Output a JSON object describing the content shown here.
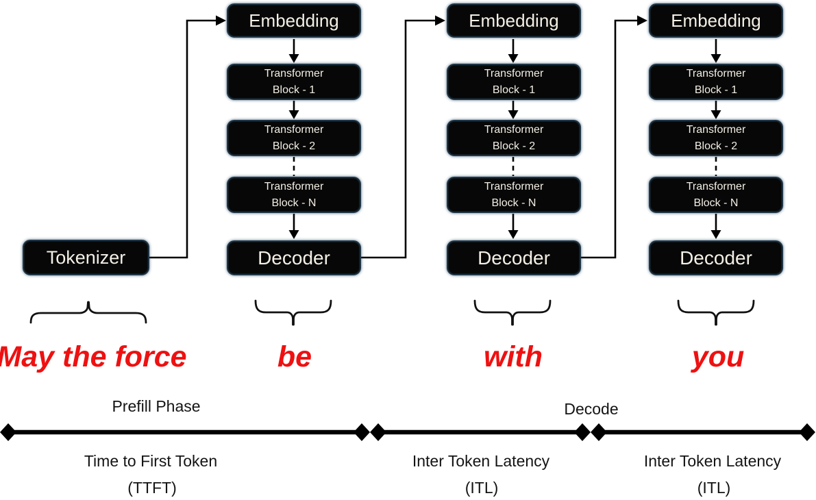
{
  "nodes": {
    "tokenizer": "Tokenizer",
    "embedding": "Embedding",
    "transformer": "Transformer",
    "block_1": "Block - 1",
    "block_2": "Block - 2",
    "block_n": "Block - N",
    "decoder": "Decoder"
  },
  "tokens": {
    "prompt": "May the force",
    "generated_1": "be",
    "generated_2": "with",
    "generated_3": "you"
  },
  "timeline": {
    "prefill_label": "Prefill Phase",
    "decode_label": "Decode",
    "ttft_line1": "Time to First Token",
    "ttft_line2": "(TTFT)",
    "itl1_line1": "Inter Token Latency",
    "itl1_line2": "(ITL)",
    "itl2_line1": "Inter Token Latency",
    "itl2_line2": "(ITL)"
  },
  "colors": {
    "node_fill": "#070707",
    "node_border": "#1f3546",
    "node_text": "#f4efe5",
    "token_text": "#ee1111",
    "line": "#000000"
  }
}
